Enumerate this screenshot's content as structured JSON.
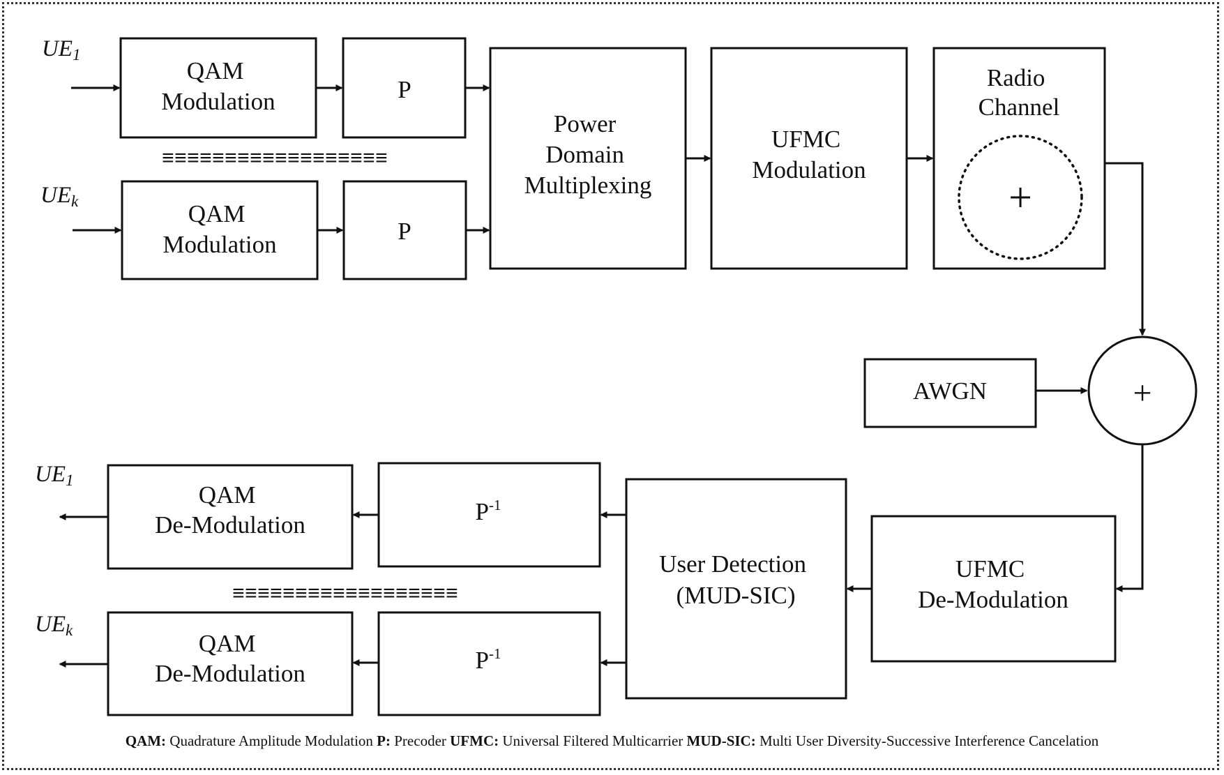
{
  "inputs": {
    "ue_top": {
      "base": "UE",
      "sub": "1"
    },
    "ue_bottom": {
      "base": "UE",
      "sub": "k"
    }
  },
  "outputs": {
    "ue_top": {
      "base": "UE",
      "sub": "1"
    },
    "ue_bottom": {
      "base": "UE",
      "sub": "k"
    }
  },
  "blocks": {
    "qam_mod_1": [
      "QAM",
      "Modulation"
    ],
    "qam_mod_k": [
      "QAM",
      "Modulation"
    ],
    "precoder_1": "P",
    "precoder_k": "P",
    "power_domain": [
      "Power",
      "Domain",
      "Multiplexing"
    ],
    "ufmc_mod": [
      "UFMC",
      "Modulation"
    ],
    "radio_channel": [
      "Radio",
      "Channel"
    ],
    "radio_channel_symbol": "+",
    "awgn": "AWGN",
    "adder_symbol": "+",
    "ufmc_demod": [
      "UFMC",
      "De-Modulation"
    ],
    "user_detection": [
      "User Detection",
      "(MUD-SIC)"
    ],
    "inv_precoder_1": {
      "base": "P",
      "sup": "-1"
    },
    "inv_precoder_k": {
      "base": "P",
      "sup": "-1"
    },
    "qam_demod_1": [
      "QAM",
      "De-Modulation"
    ],
    "qam_demod_k": [
      "QAM",
      "De-Modulation"
    ]
  },
  "ellipsis_top": "≡≡≡≡≡≡≡≡≡≡≡≡≡≡≡≡≡≡",
  "ellipsis_bottom": "≡≡≡≡≡≡≡≡≡≡≡≡≡≡≡≡≡≡",
  "legend": [
    {
      "term": "QAM:",
      "definition": "Quadrature Amplitude Modulation"
    },
    {
      "term": "P:",
      "definition": "Precoder"
    },
    {
      "term": "UFMC:",
      "definition": "Universal Filtered Multicarrier"
    },
    {
      "term": "MUD-SIC:",
      "definition": "Multi User Diversity-Successive Interference Cancelation"
    }
  ]
}
